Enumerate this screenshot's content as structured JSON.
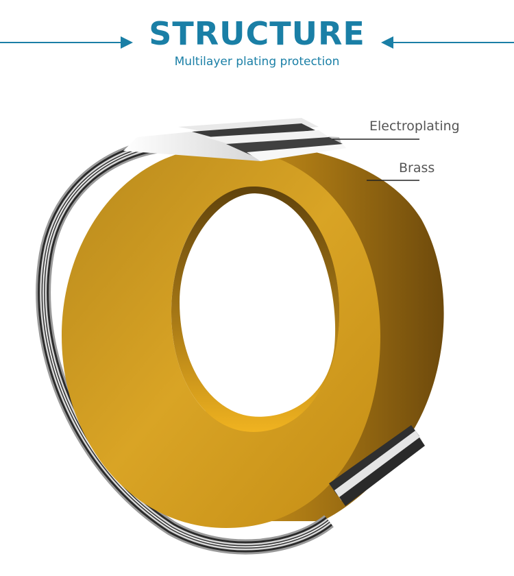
{
  "header": {
    "title": "STRUCTURE",
    "subtitle": "Multilayer plating protection"
  },
  "labels": {
    "electroplating": "Electroplating",
    "brass": "Brass"
  },
  "colors": {
    "accent": "#1a7fa6",
    "brass_light": "#e3a51c",
    "brass_dark": "#7a5210",
    "plating": "#c9c9c9"
  }
}
